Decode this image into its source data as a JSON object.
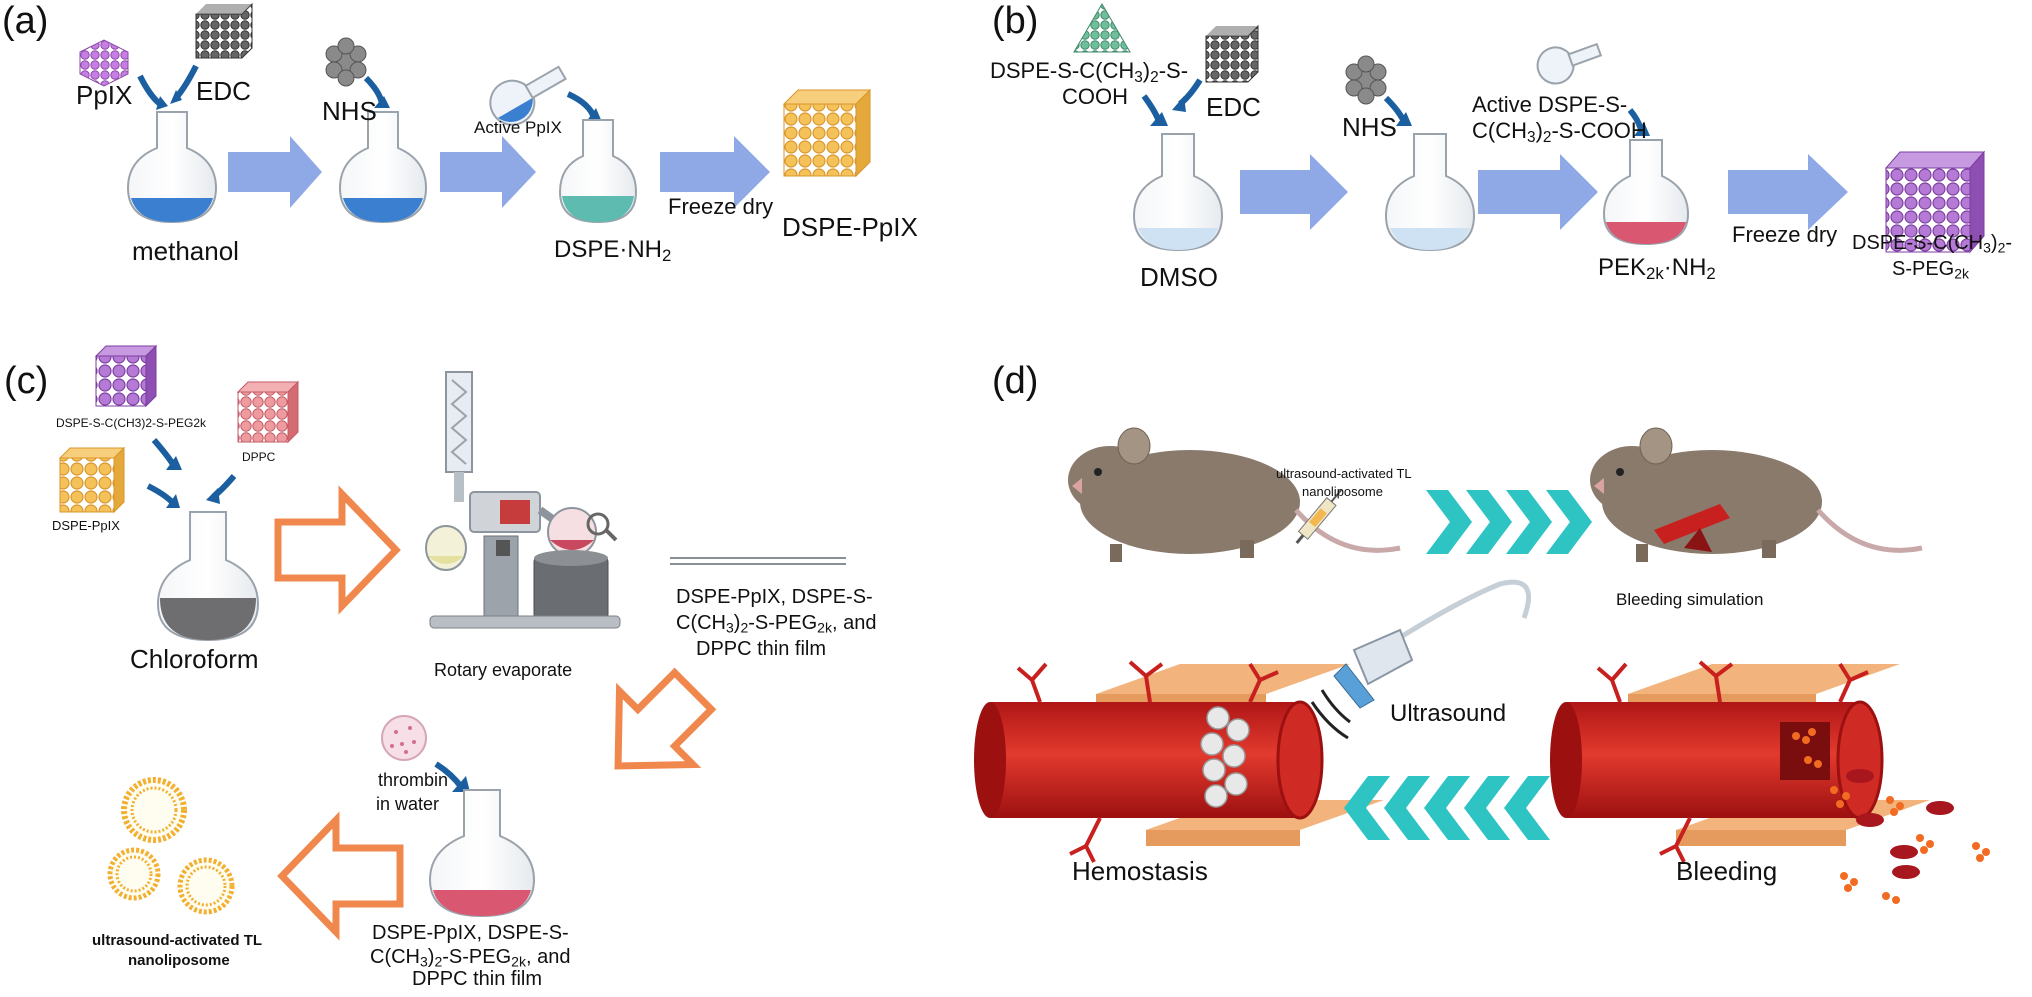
{
  "panels": {
    "a": {
      "letter": "(a)",
      "reagents": {
        "ppix": "PpIX",
        "edc": "EDC",
        "nhs": "NHS",
        "active_ppix": "Active PpIX"
      },
      "solvent": "methanol",
      "product_base": "DSPE·NH",
      "product_sub": "2",
      "freeze_dry": "Freeze dry",
      "final": "DSPE-PpIX"
    },
    "b": {
      "letter": "(b)",
      "reagent1_line1_base": "DSPE-S-C(CH",
      "reagent1_line1_sub": "3",
      "reagent1_line1_rest": ")",
      "reagent1_line1_sub2": "2",
      "reagent1_line1_end": "-S-",
      "reagent1_line2": "COOH",
      "edc": "EDC",
      "nhs": "NHS",
      "active_line1": "Active DSPE-S-",
      "active_line2_base": "C(CH",
      "active_line2_sub": "3",
      "active_line2_rest": ")",
      "active_line2_sub2": "2",
      "active_line2_end": "-S-COOH",
      "solvent": "DMSO",
      "product_base": "PEK",
      "product_sub": "2k",
      "product_rest": "·NH",
      "product_sub2": "2",
      "freeze_dry": "Freeze dry",
      "final_line1_base": "DSPE-S-C(CH",
      "final_line1_sub": "3",
      "final_line1_rest": ")",
      "final_line1_sub2": "2",
      "final_line1_end": "-",
      "final_line2_base": "S-PEG",
      "final_line2_sub": "2k"
    },
    "c": {
      "letter": "(c)",
      "lipid_peg": "DSPE-S-C(CH3)2-S-PEG2k",
      "dppc": "DPPC",
      "dspe_ppix": "DSPE-PpIX",
      "solvent": "Chloroform",
      "rotary": "Rotary evaporate",
      "film1_line1": "DSPE-PpIX, DSPE-S-",
      "film1_line2_base": "C(CH",
      "film1_line2_sub": "3",
      "film1_line2_rest": ")",
      "film1_line2_sub2": "2",
      "film1_line2_mid": "-S-PEG",
      "film1_line2_sub3": "2k",
      "film1_line2_end": ", and",
      "film1_line3": "DPPC thin film",
      "thrombin_line1": "thrombin",
      "thrombin_line2": "in water",
      "film2_line1": "DSPE-PpIX, DSPE-S-",
      "film2_line2_base": "C(CH",
      "film2_line2_sub": "3",
      "film2_line2_rest": ")",
      "film2_line2_sub2": "2",
      "film2_line2_mid": "-S-PEG",
      "film2_line2_sub3": "2k",
      "film2_line2_end": ", and",
      "film2_line3": "DPPC thin film",
      "liposome_line1": "ultrasound-activated TL",
      "liposome_line2": "nanoliposome"
    },
    "d": {
      "letter": "(d)",
      "inject_line1": "ultrasound-activated TL",
      "inject_line2": "nanoliposome",
      "bleeding_sim": "Bleeding simulation",
      "ultrasound": "Ultrasound",
      "hemostasis": "Hemostasis",
      "bleeding": "Bleeding"
    }
  },
  "colors": {
    "process_arrow": "#8fa8e6",
    "small_arrow": "#1b5fa0",
    "open_arrow": "#f0884e",
    "chevron": "#2ec4c4",
    "vessel": "#c8201e",
    "tissue": "#f2b47c",
    "flask_blue": "#3a7fd0",
    "flask_teal": "#5dbbb0",
    "flask_pink": "#d95770",
    "flask_grey": "#6e6e70",
    "ppix_cube": "#c57ee3",
    "edc_cube": "#5e5e5e",
    "gold_cube": "#f2b84e",
    "green_pyramid": "#5fa98a",
    "purple_cube": "#a05ac0",
    "dppc_cube": "#e07a80",
    "mouse": "#8a7a6c"
  }
}
